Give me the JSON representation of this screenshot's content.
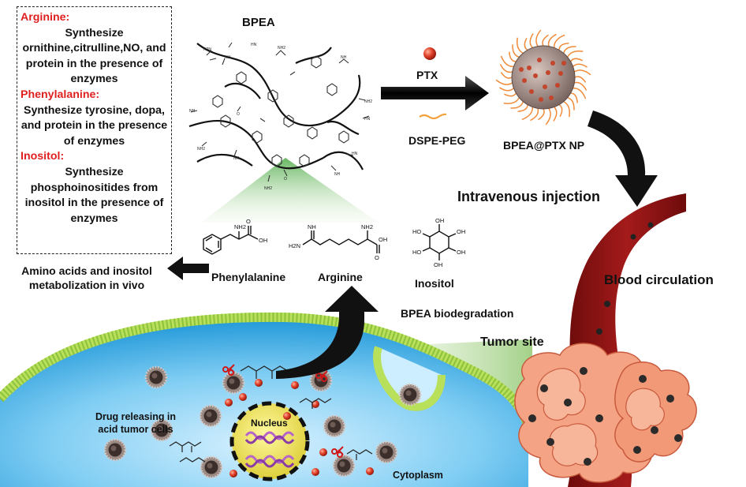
{
  "info_box": {
    "arginine_title": "Arginine:",
    "arginine_text": "Synthesize ornithine,citrulline,NO, and protein in the presence of enzymes",
    "phenylalanine_title": "Phenylalanine:",
    "phenylalanine_text": "Synthesize tyrosine, dopa, and protein in the presence of enzymes",
    "inositol_title": "Inositol:",
    "inositol_text": "Synthesize phosphoinositides from inositol in the presence of enzymes"
  },
  "labels": {
    "bpea": "BPEA",
    "ptx": "PTX",
    "dspe_peg": "DSPE-PEG",
    "nanoparticle": "BPEA@PTX NP",
    "intravenous": "Intravenous injection",
    "blood": "Blood circulation",
    "tumor_site": "Tumor site",
    "biodegradation": "BPEA biodegradation",
    "metabolization": "Amino acids and inositol metabolization in vivo",
    "phenylalanine": "Phenylalanine",
    "arginine": "Arginine",
    "inositol": "Inositol",
    "drug_release": "Drug releasing in acid tumor cells",
    "nucleus": "Nucleus",
    "cytoplasm": "Cytoplasm"
  },
  "molecule_text": {
    "nh2": "NH2",
    "oh": "OH",
    "o": "O",
    "nh": "NH",
    "h2n": "H2N",
    "ho": "HO"
  },
  "colors": {
    "accent_red": "#e01f1f",
    "vessel": "#8e1515",
    "cell_blue": "#2ea8e6",
    "membrane_green": "#b9e05a",
    "nucleus_yellow": "#e6dc3c",
    "tumor_orange": "#f08a6a",
    "arrow_black": "#111111"
  }
}
